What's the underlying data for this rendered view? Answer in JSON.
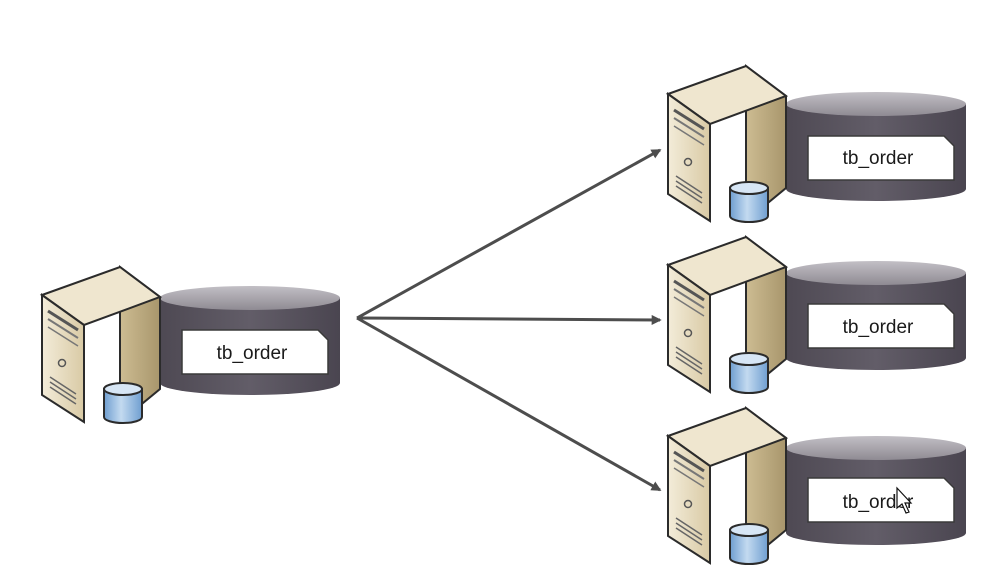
{
  "source": {
    "icon": "database-server-icon",
    "table_label": "tb_order"
  },
  "targets": [
    {
      "icon": "database-server-icon",
      "table_label": "tb_order"
    },
    {
      "icon": "database-server-icon",
      "table_label": "tb_order"
    },
    {
      "icon": "database-server-icon",
      "table_label": "tb_order"
    }
  ],
  "colors": {
    "arrow": "#4d4d4d",
    "cylinder_body": "#5a5560",
    "cylinder_top": "#a9a6ac",
    "server_front": "#e7dcc2",
    "server_side": "#bfae88",
    "db_icon": "#8db3dc"
  }
}
